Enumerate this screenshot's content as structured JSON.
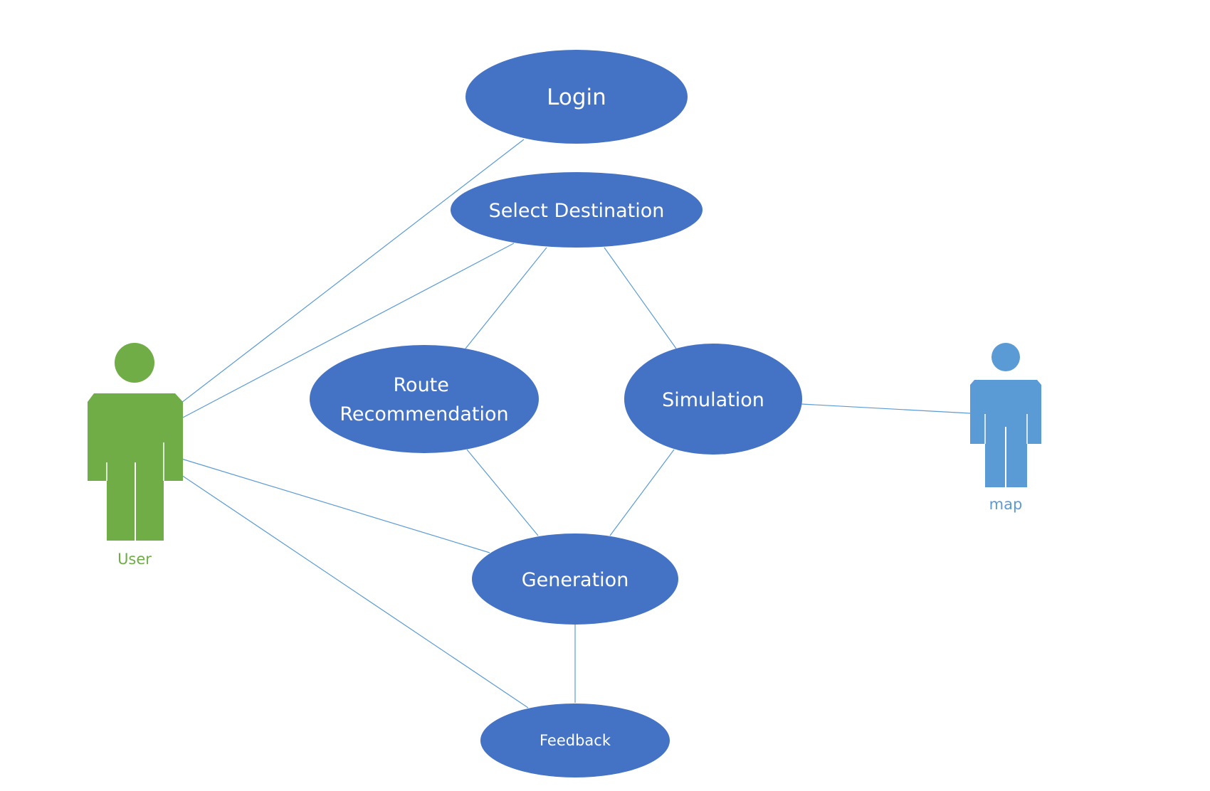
{
  "colors": {
    "use_case_fill": "#4472C4",
    "use_case_text": "#FFFFFF",
    "connector": "#5B9BD5",
    "user_actor": "#70AD47",
    "map_actor": "#5B9BD5",
    "background": "#FFFFFF"
  },
  "actors": {
    "user": {
      "label": "User",
      "icon": "person-icon"
    },
    "map": {
      "label": "map",
      "icon": "person-icon"
    }
  },
  "use_cases": {
    "login": {
      "label": "Login"
    },
    "select_destination": {
      "label": "Select Destination"
    },
    "route_recommendation": {
      "label_line1": "Route",
      "label_line2": "Recommendation"
    },
    "simulation": {
      "label": "Simulation"
    },
    "generation": {
      "label": "Generation"
    },
    "feedback": {
      "label": "Feedback"
    }
  }
}
